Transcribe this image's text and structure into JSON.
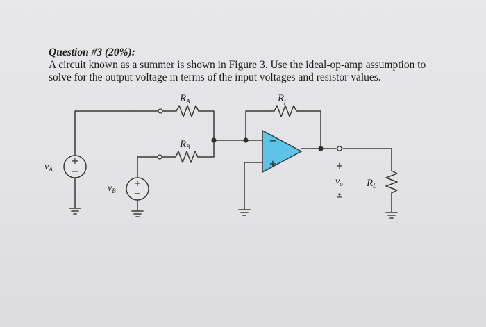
{
  "question": {
    "title": "Question #3 (20%):",
    "line1": "A circuit known as a summer is shown in Figure 3. Use the ideal-op-amp assumption to",
    "line2": "solve for the output voltage in terms of the input voltages and resistor values."
  },
  "circuit": {
    "ra": {
      "name": "R",
      "sub": "A"
    },
    "rb": {
      "name": "R",
      "sub": "B"
    },
    "rf": {
      "name": "R",
      "sub": "f"
    },
    "rl": {
      "name": "R",
      "sub": "L"
    },
    "va": {
      "name": "v",
      "sub": "A"
    },
    "vb": {
      "name": "v",
      "sub": "B"
    },
    "vo": {
      "name": "v",
      "sub": "o"
    },
    "src_plus": "+",
    "src_minus": "−",
    "opamp_minus": "−",
    "opamp_plus": "+",
    "out_plus": "+",
    "out_minus": "−",
    "colors": {
      "opamp_fill": "#5fc3e8",
      "wire": "#3a3a3a"
    }
  }
}
